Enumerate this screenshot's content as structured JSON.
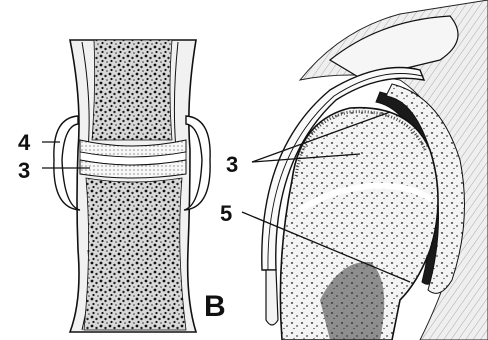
{
  "panel_letter": "B",
  "labels": {
    "left_4": "4",
    "left_3": "3",
    "right_3": "3",
    "right_5": "5"
  },
  "colors": {
    "ink": "#111111",
    "bone_light": "#f3f3f3",
    "paper": "#ffffff",
    "background_texture": "#e6e6e6"
  }
}
